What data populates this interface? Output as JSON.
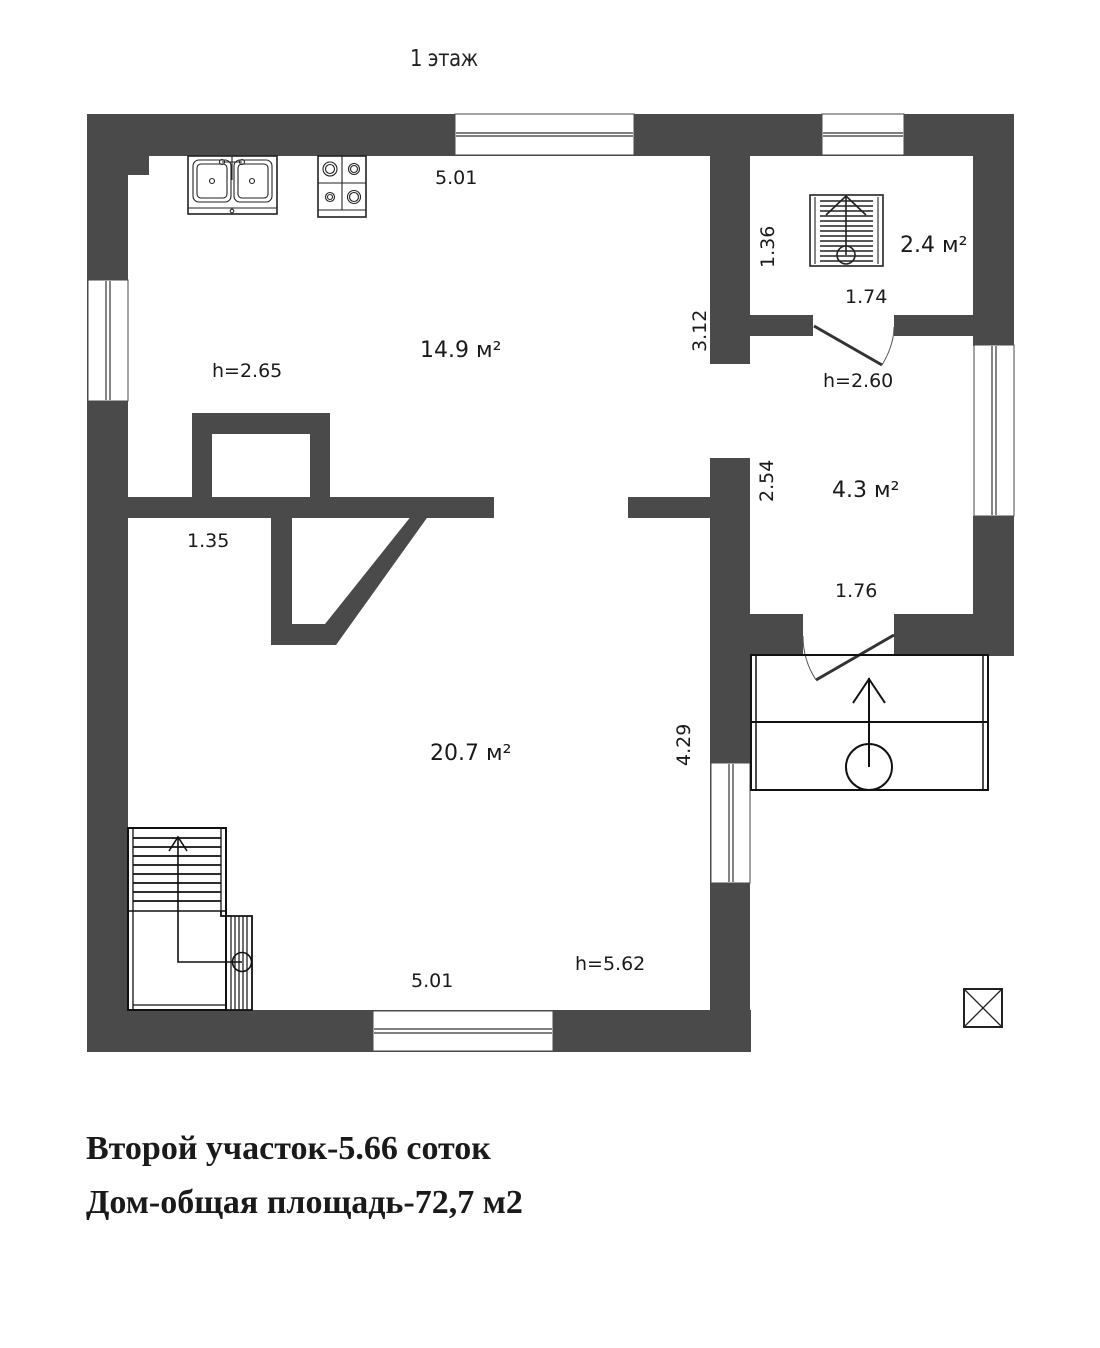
{
  "floor": {
    "title": "1 этаж"
  },
  "rooms": [
    {
      "id": "kitchen",
      "area": "14.9 м²",
      "height": "h=2.65",
      "width_dim": "5.01",
      "depth_dim": "3.12"
    },
    {
      "id": "living",
      "area": "20.7 м²",
      "height": "h=5.62",
      "width_dim": "5.01",
      "depth_dim": "4.29",
      "niche_dim": "1.35"
    },
    {
      "id": "bathroom",
      "area": "2.4 м²",
      "height": "h=2.60",
      "width_dim": "1.74",
      "depth_dim": "1.36"
    },
    {
      "id": "hall",
      "area": "4.3 м²",
      "width_dim": "1.76",
      "depth_dim": "2.54"
    }
  ],
  "fixtures": {
    "sink": "double-sink-icon",
    "stove": "four-burner-stove-icon",
    "shower": "shower-tray-icon",
    "stairs": "staircase-icon",
    "porch": "entrance-porch-icon",
    "chimney": "vent-cross-icon"
  },
  "colors": {
    "wall": "#4a4a4a",
    "background": "#ffffff",
    "line": "#222222"
  },
  "footer": {
    "line1": "Второй участок-5.66 соток",
    "line2": "Дом-общая площадь-72,7 м2"
  }
}
